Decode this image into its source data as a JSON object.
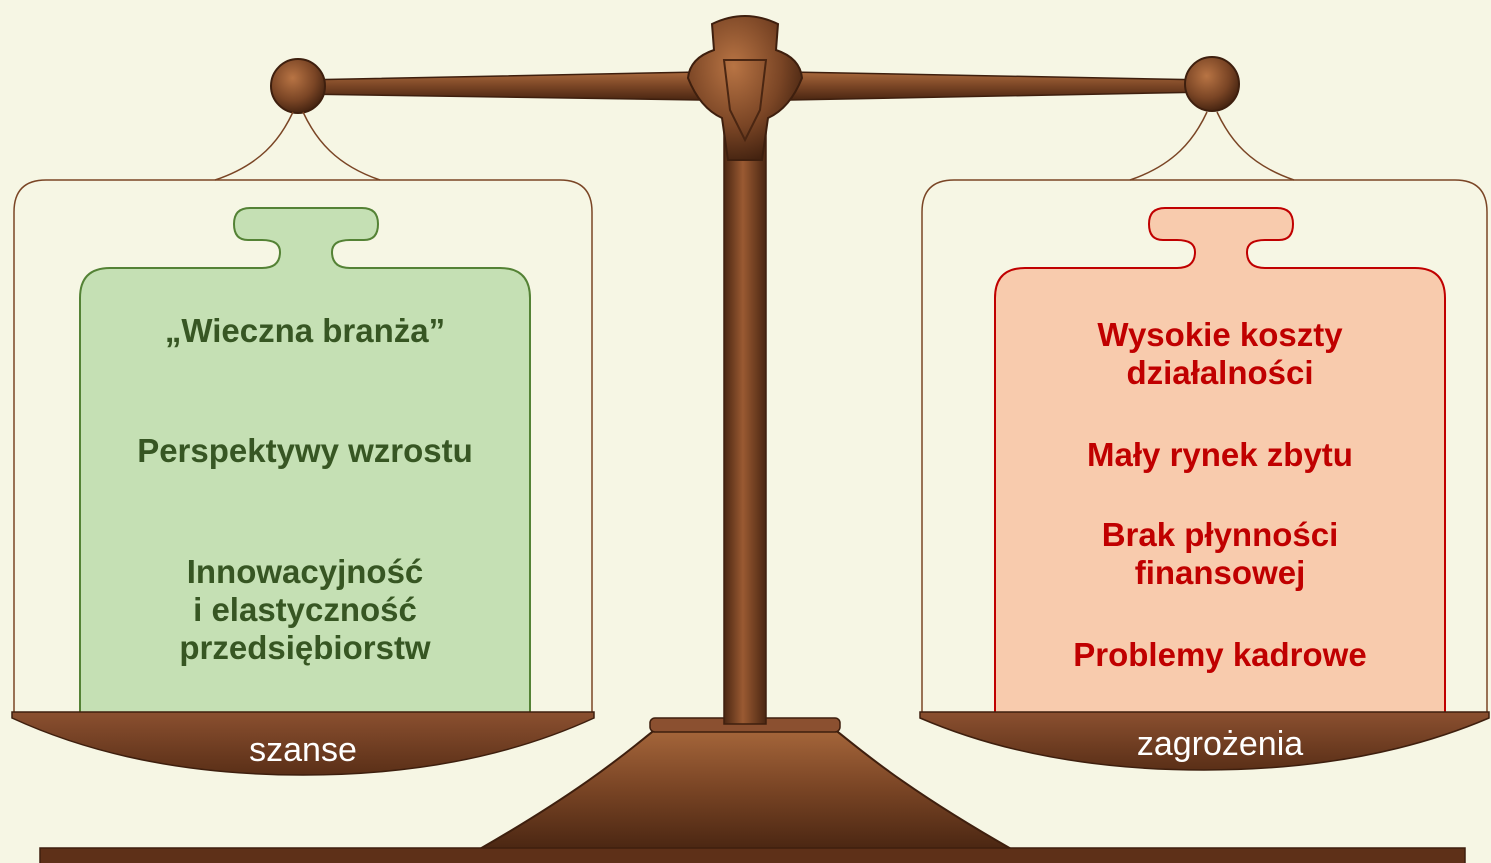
{
  "left_pan": {
    "label": "szanse",
    "items": [
      "„Wieczna branża”",
      "Perspektywy wzrostu",
      "Innowacyjność",
      "i elastyczność",
      "przedsiębiorstw"
    ],
    "weight_color": "#c5e0b4",
    "text_color": "#375623"
  },
  "right_pan": {
    "label": "zagrożenia",
    "items": [
      "Wysokie koszty",
      "działalności",
      "Mały rynek zbytu",
      "Brak płynności",
      "finansowej",
      "Problemy kadrowe"
    ],
    "weight_color": "#f8cbad",
    "text_color": "#c00000"
  },
  "colors": {
    "background": "#f6f6e4",
    "wood": "#7a4525",
    "wood_dark": "#4a2612",
    "wood_light": "#a8683c"
  }
}
